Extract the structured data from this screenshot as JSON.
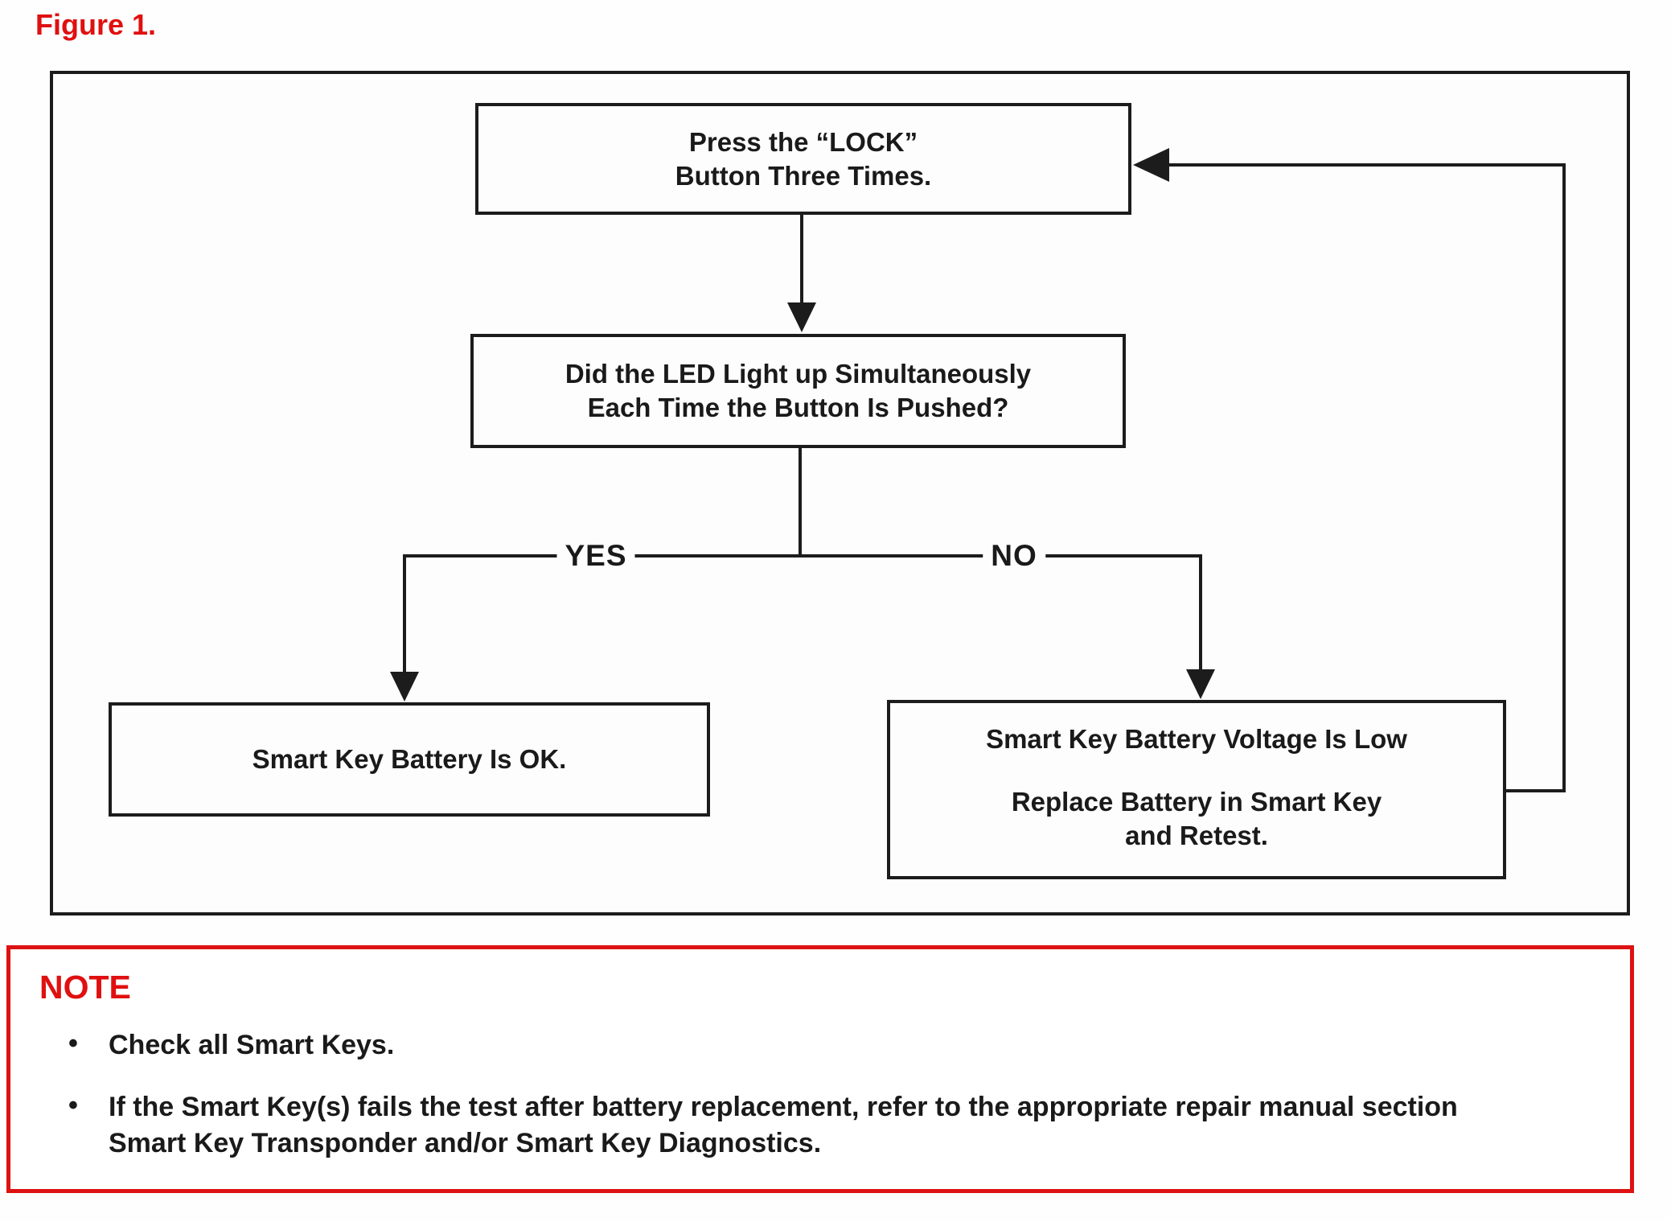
{
  "figure_label": "Figure 1.",
  "colors": {
    "accent_red": "#e01010",
    "line_black": "#1c1c1c"
  },
  "flowchart": {
    "step1": {
      "line1": "Press the “LOCK”",
      "line2": "Button Three Times."
    },
    "decision": {
      "line1": "Did the LED Light up Simultaneously",
      "line2": "Each Time the Button Is Pushed?"
    },
    "yes_label": "YES",
    "no_label": "NO",
    "yes_result": "Smart Key Battery Is OK.",
    "no_result": {
      "line1": "Smart Key Battery Voltage Is Low",
      "line2": "Replace Battery in Smart Key",
      "line3": "and Retest."
    }
  },
  "note": {
    "title": "NOTE",
    "bullet_glyph": "•",
    "bullets": [
      "Check all Smart Keys.",
      "If the Smart Key(s) fails the test after battery replacement, refer to the appropriate repair manual section Smart Key Transponder and/or Smart Key Diagnostics."
    ]
  }
}
